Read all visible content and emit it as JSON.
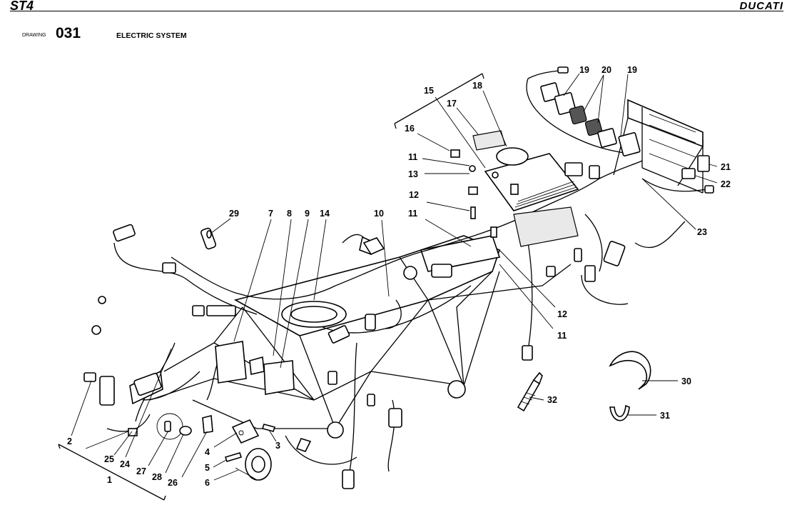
{
  "header": {
    "model": "ST4",
    "brand": "DUCATI"
  },
  "drawing": {
    "label": "DRAWING",
    "number": "031",
    "title": "ELECTRIC SYSTEM"
  },
  "callouts": {
    "c1": "1",
    "c2": "2",
    "c3": "3",
    "c4": "4",
    "c5": "5",
    "c6": "6",
    "c7": "7",
    "c8": "8",
    "c9": "9",
    "c10": "10",
    "c11a": "11",
    "c11b": "11",
    "c11c": "11",
    "c12a": "12",
    "c12b": "12",
    "c13": "13",
    "c14": "14",
    "c15": "15",
    "c16": "16",
    "c17": "17",
    "c18": "18",
    "c19a": "19",
    "c19b": "19",
    "c20": "20",
    "c21": "21",
    "c22": "22",
    "c23": "23",
    "c24": "24",
    "c25": "25",
    "c26": "26",
    "c27": "27",
    "c28": "28",
    "c29": "29",
    "c30": "30",
    "c31": "31",
    "c32": "32"
  }
}
